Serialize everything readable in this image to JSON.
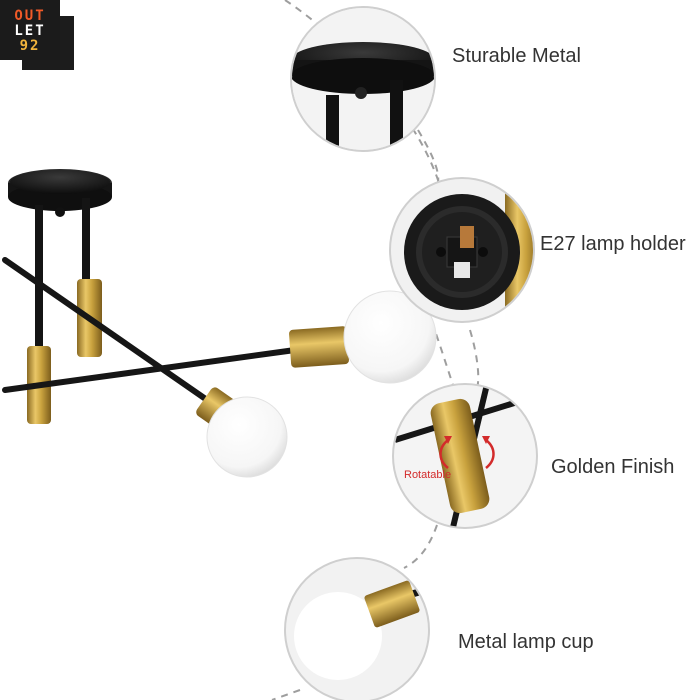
{
  "brand": {
    "logo_text": [
      "OUT",
      "LET",
      "92"
    ]
  },
  "features": [
    {
      "label": "Sturable Metal"
    },
    {
      "label": "E27 lamp holder"
    },
    {
      "label": "Golden Finish",
      "annotation": "Rotatable"
    },
    {
      "label": "Metal lamp cup"
    }
  ],
  "colors": {
    "metal_black": "#1d1d1d",
    "brass": "#c9a23e",
    "bulb": "#ffffff",
    "rotation_arrows": "#d32b2b"
  }
}
